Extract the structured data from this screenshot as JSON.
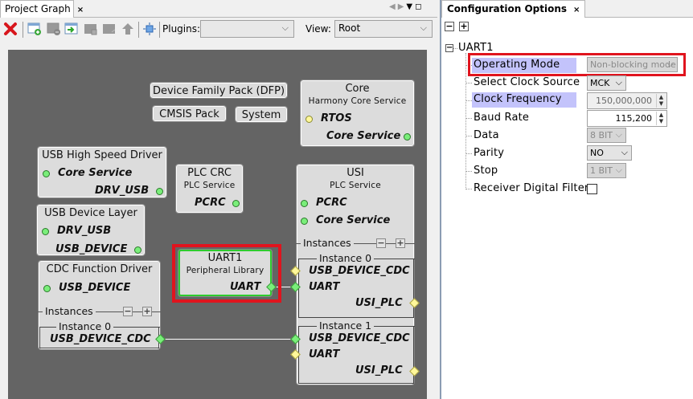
{
  "left_panel": {
    "tab": {
      "label": "Project Graph",
      "close": "×"
    },
    "tab_nav": {
      "prev": "◀",
      "next": "▶",
      "menu": "▼",
      "maximize": "◻"
    },
    "toolbar": {
      "icons": [
        "delete-icon",
        "add-component-icon",
        "remove-component-icon",
        "import-icon",
        "component-disabled-icon",
        "export-disabled-icon",
        "move-up-icon",
        "fit-view-icon"
      ],
      "plugins_label": "Plugins:",
      "plugins_value": "",
      "view_label": "View:",
      "view_value": "Root"
    },
    "graph": {
      "buttons": {
        "dfp": "Device Family Pack (DFP)",
        "cmsis": "CMSIS Pack",
        "system": "System"
      },
      "core": {
        "title": "Core",
        "subtitle": "Harmony Core Service",
        "ports": [
          "RTOS",
          "Core Service"
        ]
      },
      "usb_hs": {
        "title": "USB High Speed Driver",
        "ports": [
          "Core Service",
          "DRV_USB"
        ]
      },
      "plc_crc": {
        "title": "PLC CRC",
        "subtitle": "PLC Service",
        "ports": [
          "PCRC"
        ]
      },
      "usb_dev": {
        "title": "USB Device Layer",
        "ports": [
          "DRV_USB",
          "USB_DEVICE"
        ]
      },
      "cdc": {
        "title": "CDC Function Driver",
        "ports": [
          "USB_DEVICE"
        ],
        "instances_label": "Instances",
        "instance0": {
          "title": "Instance 0",
          "port": "USB_DEVICE_CDC"
        }
      },
      "uart1": {
        "title": "UART1",
        "subtitle": "Peripheral Library",
        "port": "UART"
      },
      "usi": {
        "title": "USI",
        "subtitle": "PLC Service",
        "ports": [
          "PCRC",
          "Core Service"
        ],
        "instances_label": "Instances",
        "instance0": {
          "title": "Instance 0",
          "ports": [
            "USB_DEVICE_CDC",
            "UART",
            "USI_PLC"
          ]
        },
        "instance1": {
          "title": "Instance 1",
          "ports": [
            "USB_DEVICE_CDC",
            "UART",
            "USI_PLC"
          ]
        }
      },
      "instance_minus": "−",
      "instance_plus": "+"
    }
  },
  "right_panel": {
    "tab": {
      "label": "Configuration Options",
      "close": "×"
    },
    "collapse_all": "−",
    "expand_all": "+",
    "tree": {
      "root": "UART1",
      "expander": "−",
      "items": [
        {
          "label": "Operating Mode",
          "value": "Non-blocking mode",
          "type": "select",
          "disabled": true,
          "highlight": true
        },
        {
          "label": "Select Clock Source",
          "value": "MCK",
          "type": "select",
          "disabled": false
        },
        {
          "label": "Clock Frequency",
          "value": "150,000,000",
          "type": "spinner",
          "disabled": true,
          "highlight": true
        },
        {
          "label": "Baud Rate",
          "value": "115,200",
          "type": "spinner",
          "disabled": false
        },
        {
          "label": "Data",
          "value": "8 BIT",
          "type": "select",
          "disabled": true
        },
        {
          "label": "Parity",
          "value": "NO",
          "type": "select",
          "disabled": false
        },
        {
          "label": "Stop",
          "value": "1 BIT",
          "type": "select",
          "disabled": true
        },
        {
          "label": "Receiver Digital Filter",
          "value": false,
          "type": "checkbox"
        }
      ]
    }
  },
  "colors": {
    "highlight_box": "#e0141e",
    "selected_node_border": "#2ecc2e",
    "canvas": "#646464",
    "label_highlight": "#c3c3fb"
  }
}
